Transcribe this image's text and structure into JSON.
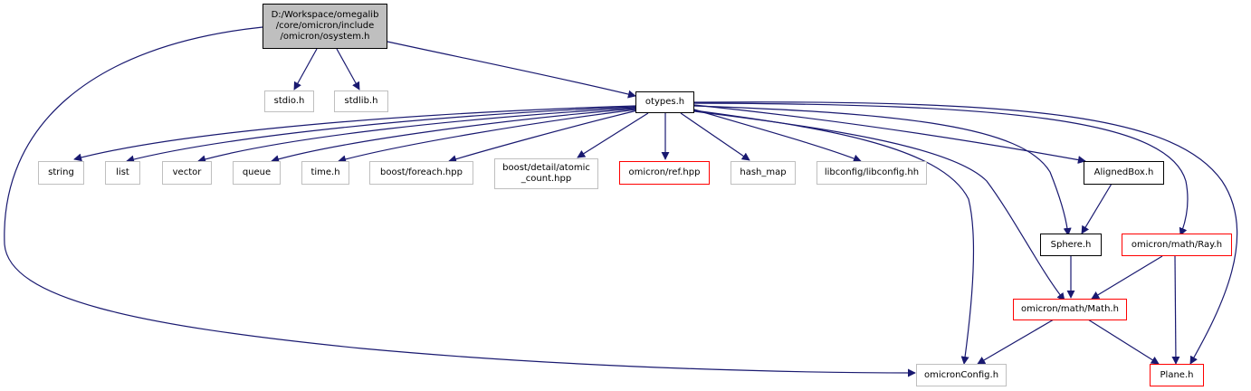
{
  "root": {
    "lines": [
      "D:/Workspace/omegalib",
      "/core/omicron/include",
      "/omicron/osystem.h"
    ]
  },
  "nodes": {
    "stdio": {
      "label": "stdio.h"
    },
    "stdlib": {
      "label": "stdlib.h"
    },
    "otypes": {
      "label": "otypes.h"
    },
    "string": {
      "label": "string"
    },
    "list": {
      "label": "list"
    },
    "vector": {
      "label": "vector"
    },
    "queue": {
      "label": "queue"
    },
    "time": {
      "label": "time.h"
    },
    "foreach": {
      "label": "boost/foreach.hpp"
    },
    "atomic": {
      "lines": [
        "boost/detail/atomic",
        "_count.hpp"
      ]
    },
    "ref": {
      "label": "omicron/ref.hpp"
    },
    "hashmap": {
      "label": "hash_map"
    },
    "libconfig": {
      "label": "libconfig/libconfig.hh"
    },
    "alignedbox": {
      "label": "AlignedBox.h"
    },
    "sphere": {
      "label": "Sphere.h"
    },
    "ray": {
      "label": "omicron/math/Ray.h"
    },
    "math": {
      "label": "omicron/math/Math.h"
    },
    "config": {
      "label": "omicronConfig.h"
    },
    "plane": {
      "label": "Plane.h"
    }
  },
  "colors": {
    "edge": "#191970",
    "root_fill": "#bfbfbf",
    "gray_border": "#bfbfbf",
    "red_border": "#ff0000",
    "black_border": "#000000"
  }
}
